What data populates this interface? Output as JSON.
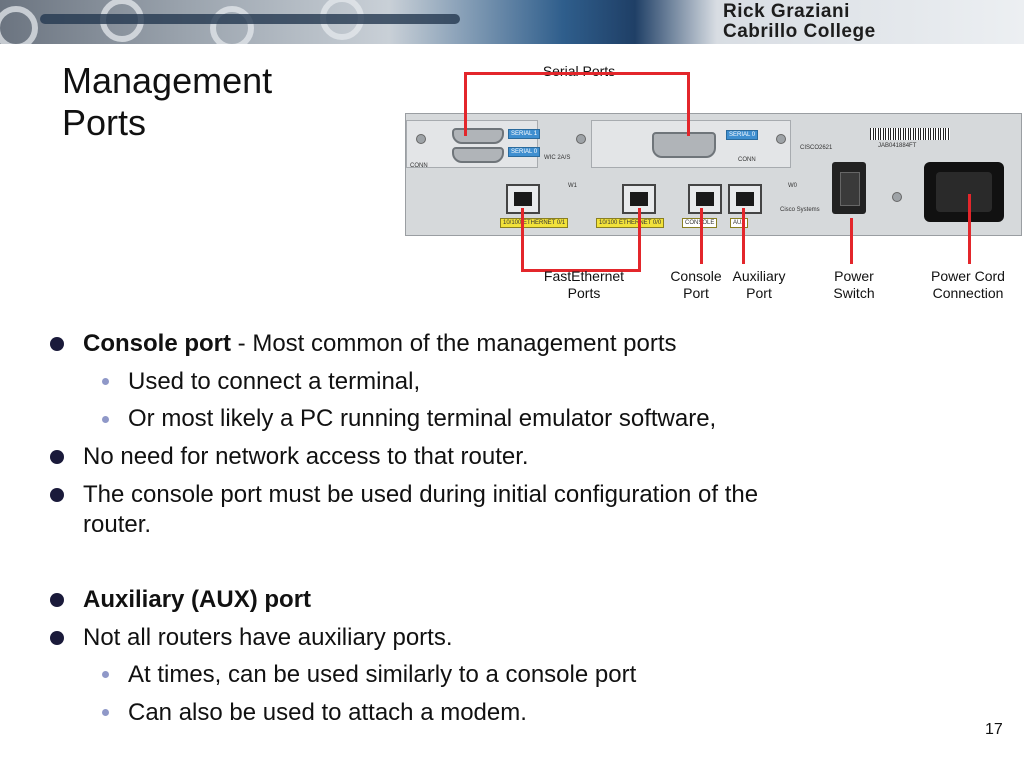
{
  "banner": {
    "line1": "Rick Graziani",
    "line2": "Cabrillo College"
  },
  "title": {
    "line1": "Management",
    "line2": "Ports"
  },
  "figure": {
    "top_label": "Serial Ports",
    "labels": {
      "fast_ethernet": [
        "FastEthernet",
        "Ports"
      ],
      "console": [
        "Console",
        "Port"
      ],
      "auxiliary": [
        "Auxiliary",
        "Port"
      ],
      "power_switch": [
        "Power",
        "Switch"
      ],
      "power_cord": [
        "Power Cord",
        "Connection"
      ]
    },
    "panel_text": {
      "serial1": "SERIAL 1",
      "serial0": "SERIAL 0",
      "conn": "CONN",
      "wic": "WIC 2A/S",
      "w1": "W1",
      "w0": "W0",
      "eth1": "10/100 ETHERNET 0/1",
      "eth0": "10/100 ETHERNET 0/0",
      "console": "CONSOLE",
      "aux": "AUX",
      "cisco": "Cisco Systems",
      "model": "CISCO2621",
      "serial_no": "JAB041884FT"
    },
    "accent_color": "#e3262b"
  },
  "bullets": [
    {
      "level": 1,
      "bold": "Console port",
      "text": " - Most common of the management ports"
    },
    {
      "level": 2,
      "bold": "",
      "text": "Used to connect a terminal,"
    },
    {
      "level": 2,
      "bold": "",
      "text": "Or most likely a PC running terminal emulator software,"
    },
    {
      "level": 1,
      "bold": "",
      "text": "No need for network access to that router."
    },
    {
      "level": 1,
      "bold": "",
      "text": "The console port must be used during initial configuration of the"
    },
    {
      "level": 1,
      "bold": "",
      "text": "router.",
      "continuation": true
    },
    {
      "level": 1,
      "bold": "Auxiliary (AUX) port",
      "text": ""
    },
    {
      "level": 1,
      "bold": "",
      "text": "Not all routers have auxiliary ports."
    },
    {
      "level": 2,
      "bold": "",
      "text": "At times, can be used similarly to a console port"
    },
    {
      "level": 2,
      "bold": "",
      "text": "Can also be used to attach a modem."
    }
  ],
  "page_number": "17"
}
